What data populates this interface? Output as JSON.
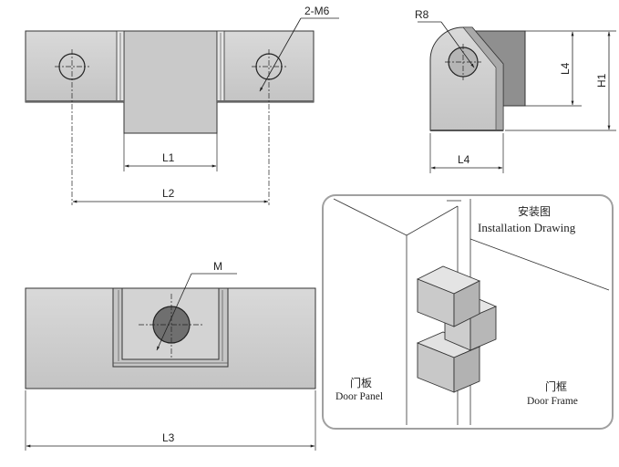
{
  "labels": {
    "two_m6": "2-M6",
    "r8": "R8",
    "l1": "L1",
    "l2": "L2",
    "l3": "L3",
    "l4_side": "L4",
    "l4_bottom": "L4",
    "h1": "H1",
    "m": "M"
  },
  "installation": {
    "title_cn": "安装图",
    "title_en": "Installation Drawing",
    "door_panel_cn": "门板",
    "door_panel_en": "Door Panel",
    "door_frame_cn": "门框",
    "door_frame_en": "Door Frame"
  },
  "colors": {
    "metal_light": "#d2d2d2",
    "metal_mid": "#bdbdbd",
    "metal_dark": "#8a8a8a",
    "outline": "#333333",
    "panel_border": "#9a9a9a"
  }
}
